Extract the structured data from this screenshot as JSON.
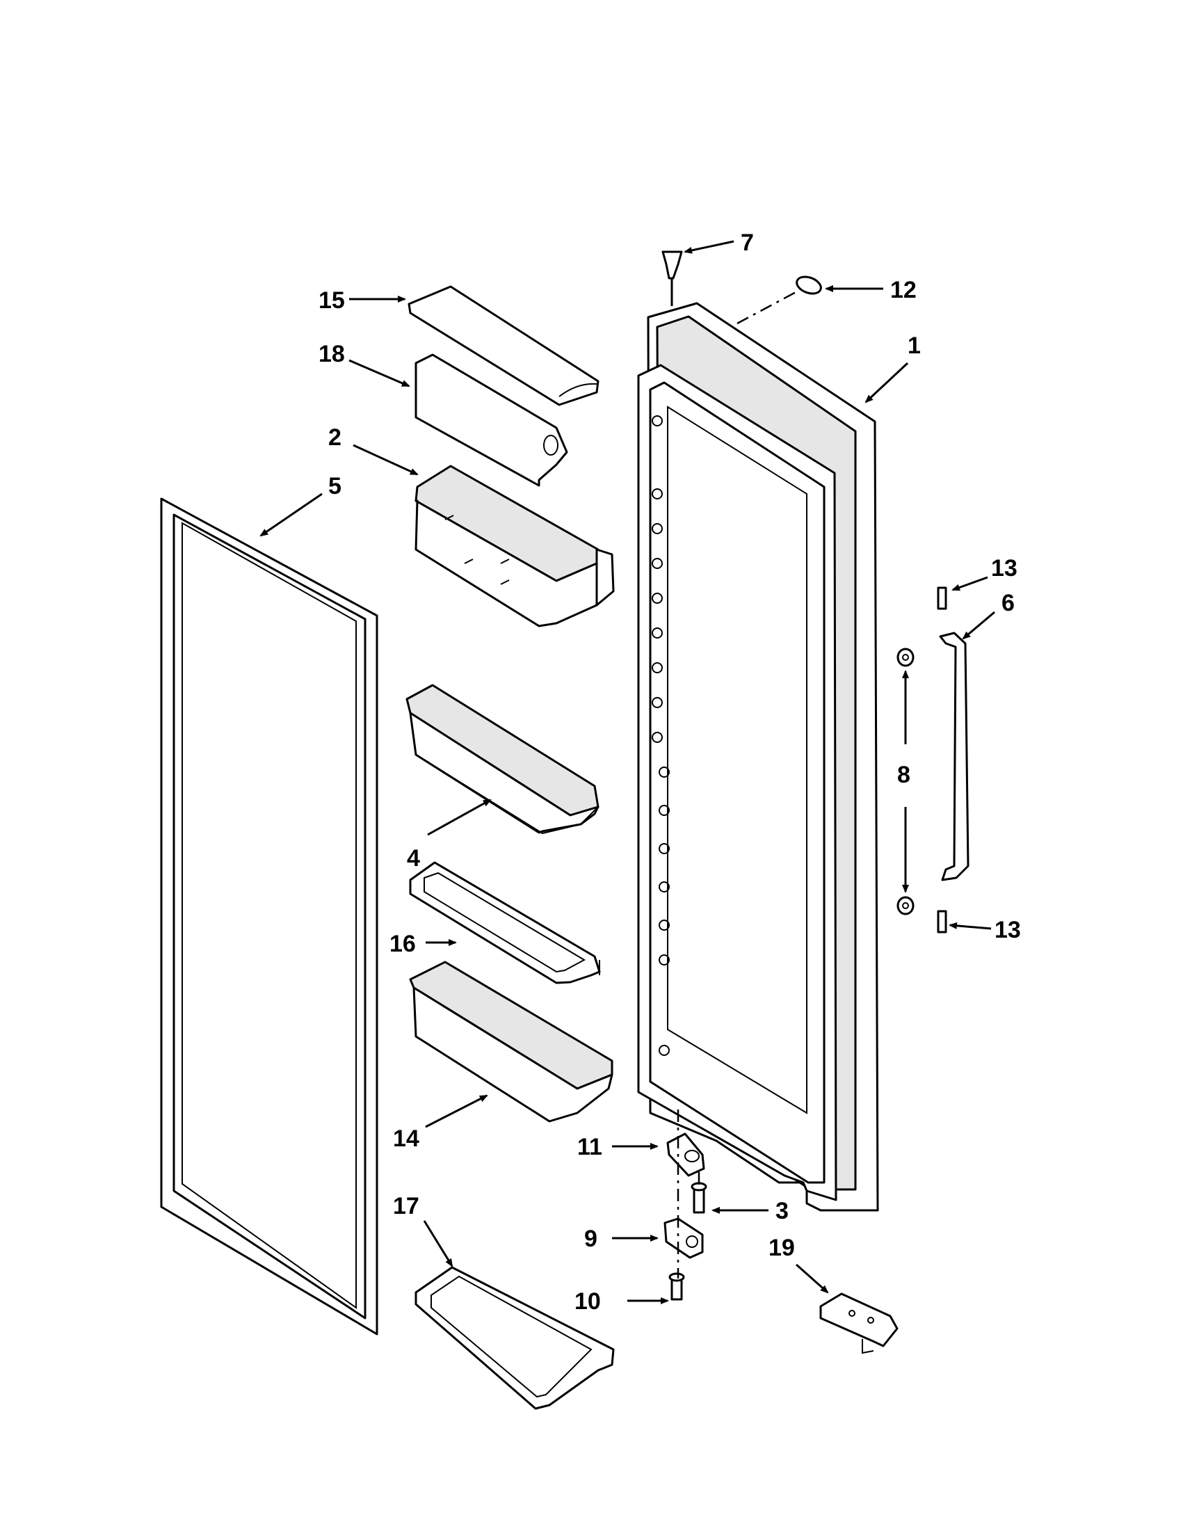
{
  "diagram": {
    "callouts": {
      "c1": "1",
      "c2": "2",
      "c3": "3",
      "c4": "4",
      "c5": "5",
      "c6": "6",
      "c7": "7",
      "c8": "8",
      "c9": "9",
      "c10": "10",
      "c11": "11",
      "c12": "12",
      "c13a": "13",
      "c13b": "13",
      "c14": "14",
      "c15": "15",
      "c16": "16",
      "c17": "17",
      "c18": "18",
      "c19": "19"
    },
    "colors": {
      "line": "#000000",
      "background": "#ffffff",
      "shade": "#e6e6e6"
    }
  }
}
